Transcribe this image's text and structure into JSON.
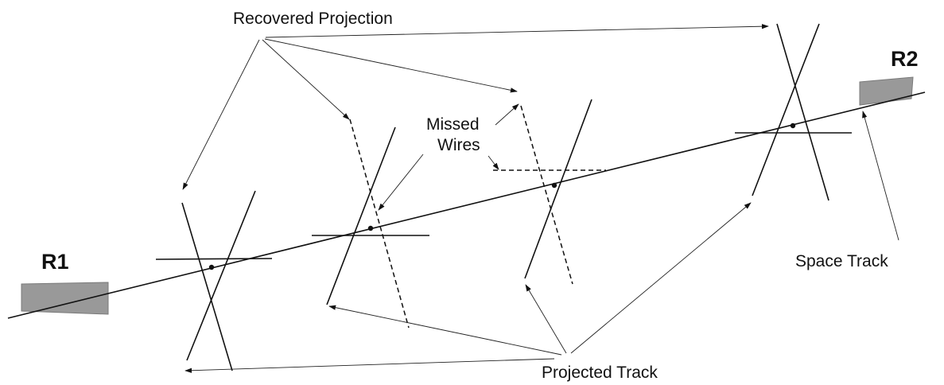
{
  "labels": {
    "recovered_projection": "Recovered Projection",
    "missed_wires_line1": "Missed",
    "missed_wires_line2": "Wires",
    "projected_track": "Projected Track",
    "space_track": "Space Track",
    "r1": "R1",
    "r2": "R2"
  },
  "colors": {
    "line": "#111111",
    "block_fill": "#999999"
  }
}
